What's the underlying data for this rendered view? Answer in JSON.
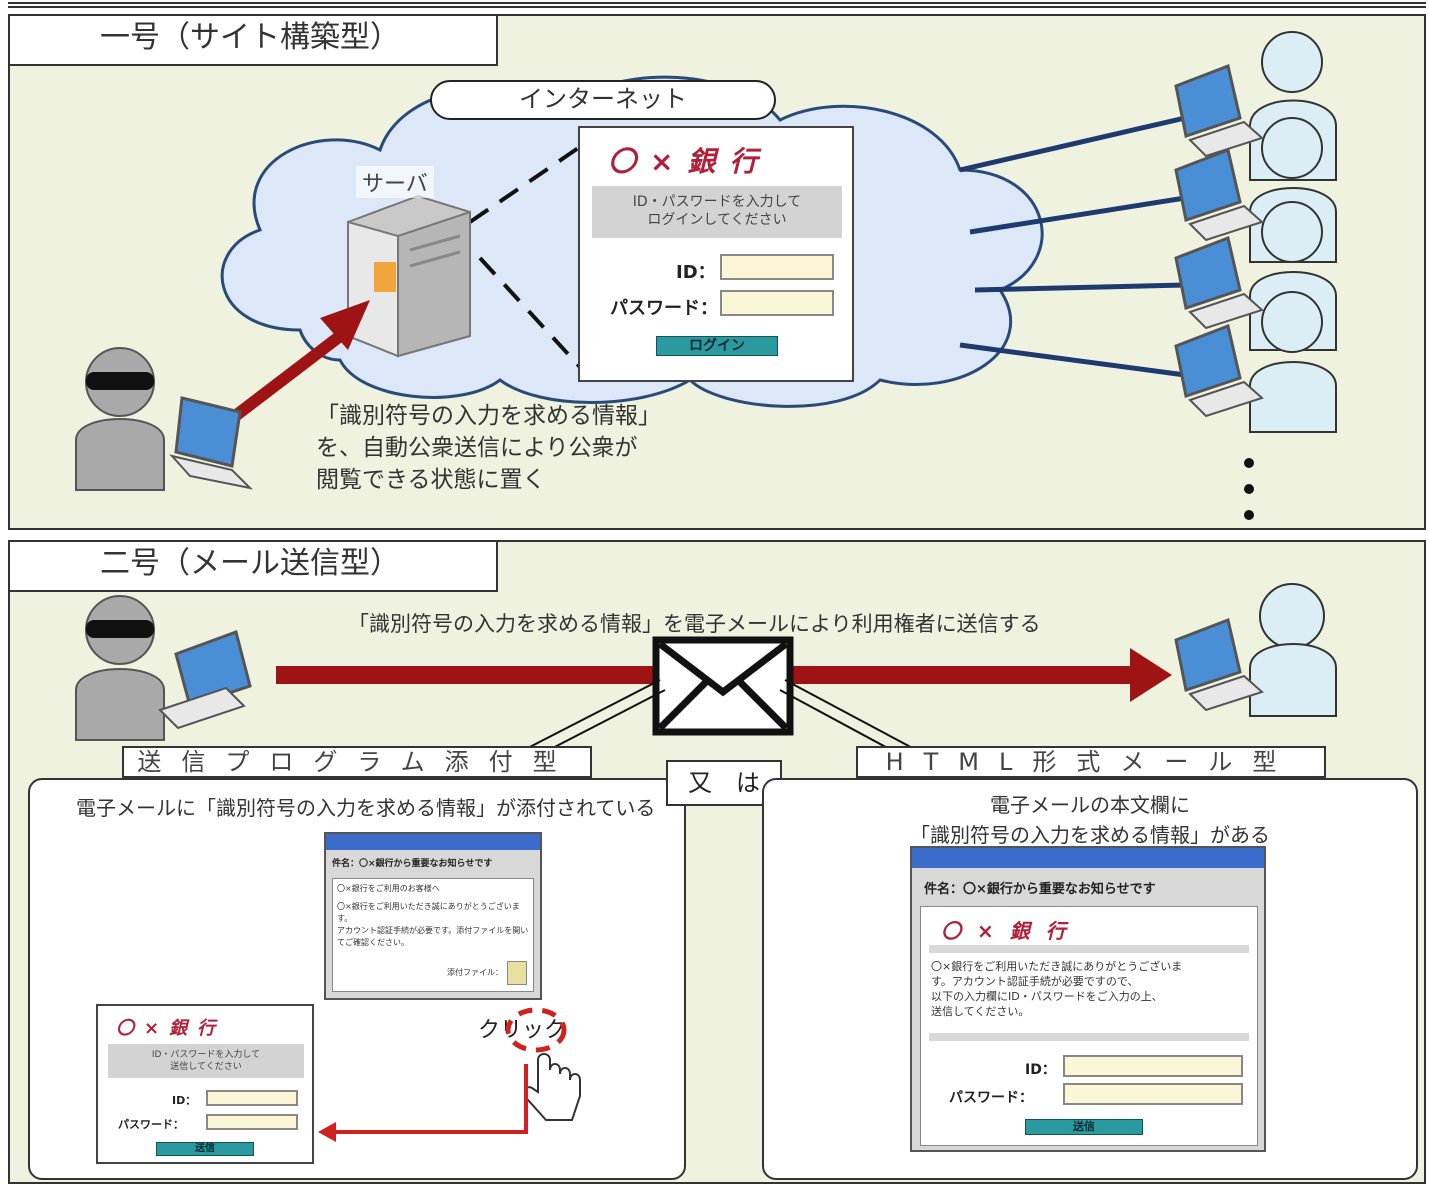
{
  "section1": {
    "tab_label": "一号（サイト構築型）",
    "internet_label": "インターネット",
    "server_label": "サーバ",
    "caption_lines": [
      "「識別符号の入力を求める情報」",
      "を、自動公衆送信により公衆が",
      "閲覧できる状態に置く"
    ],
    "login_card": {
      "bank_name": "〇×銀行",
      "prompt_lines": [
        "ID・パスワードを入力して",
        "ログインしてください"
      ],
      "id_label": "ID：",
      "password_label": "パスワード：",
      "button_label": "ログイン"
    }
  },
  "section2": {
    "tab_label": "二号（メール送信型）",
    "arrow_caption": "「識別符号の入力を求める情報」を電子メールにより利用権者に送信する",
    "or_label": "又　は",
    "left": {
      "ribbon_label": "送信プログラム添付型",
      "caption": "電子メールに「識別符号の入力を求める情報」が添付されている",
      "mail_subject": "件名：〇×銀行から重要なお知らせです",
      "mail_body_lines": [
        "〇×銀行をご利用のお客様へ",
        "〇×銀行をご利用いただき誠にありがとうございます。",
        "アカウント認証手続が必要です。添付ファイルを開いてご確認ください。"
      ],
      "attachment_label": "添付ファイル：",
      "click_label": "クリック",
      "popup": {
        "bank_name": "〇×銀行",
        "prompt_lines": [
          "ID・パスワードを入力して",
          "送信してください"
        ],
        "id_label": "ID：",
        "password_label": "パスワード：",
        "button_label": "送信"
      }
    },
    "right": {
      "ribbon_label": "HTML形式メール型",
      "caption_lines": [
        "電子メールの本文欄に",
        "「識別符号の入力を求める情報」がある"
      ],
      "mail_subject": "件名：〇×銀行から重要なお知らせです",
      "bank_name": "〇×銀行",
      "body_lines": [
        "〇×銀行をご利用いただき誠にありがとうございま",
        "す。アカウント認証手続が必要ですので、",
        "以下の入力欄にID・パスワードをご入力の上、",
        "送信してください。"
      ],
      "id_label": "ID：",
      "password_label": "パスワード：",
      "button_label": "送信"
    }
  },
  "colors": {
    "panel_bg": "#eef2df",
    "cloud": "#dce8f7",
    "arrow_red": "#9e1414",
    "click_red": "#d12020",
    "teal": "#2a9aa0",
    "person_gray": "#a9a9a9",
    "person_blue": "#dbeef6"
  }
}
